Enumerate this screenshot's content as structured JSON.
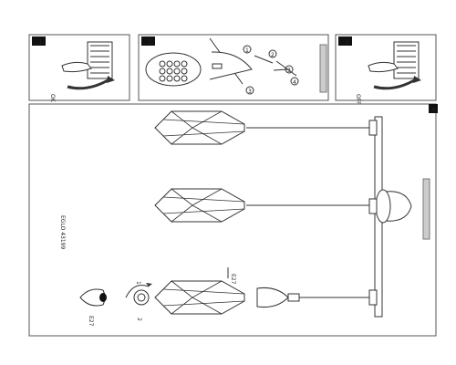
{
  "panels": {
    "top_left": {
      "number": "1",
      "switch_label": "OK"
    },
    "top_middle": {
      "number": "2",
      "callout_a": "1",
      "callout_b": "2",
      "callout_c": "3",
      "callout_d": "3",
      "callout_e": "4"
    },
    "top_right": {
      "number": "3",
      "switch_label": "OFF"
    }
  },
  "main": {
    "number": "4",
    "article_code": "EGLO 43199",
    "callout_bulb": "E27",
    "callout_ring": "1",
    "callout_lamp": "2",
    "lamps": [
      "lamp-1",
      "lamp-2",
      "lamp-3"
    ]
  }
}
